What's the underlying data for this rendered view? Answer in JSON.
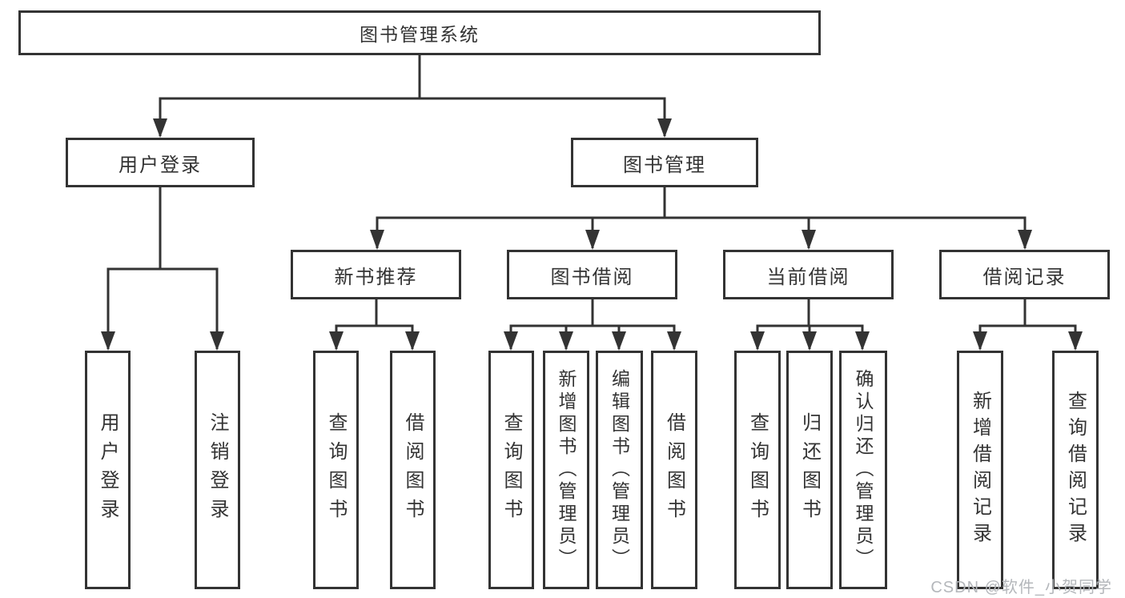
{
  "diagram": {
    "root": {
      "label": "图书管理系统"
    },
    "branches": [
      {
        "label": "用户登录",
        "children": [
          {
            "label": "用户登录"
          },
          {
            "label": "注销登录"
          }
        ]
      },
      {
        "label": "图书管理",
        "children": [
          {
            "label": "新书推荐",
            "children": [
              {
                "label": "查询图书"
              },
              {
                "label": "借阅图书"
              }
            ]
          },
          {
            "label": "图书借阅",
            "children": [
              {
                "label": "查询图书"
              },
              {
                "label": "新增图书（管理员）"
              },
              {
                "label": "编辑图书（管理员）"
              },
              {
                "label": "借阅图书"
              }
            ]
          },
          {
            "label": "当前借阅",
            "children": [
              {
                "label": "查询图书"
              },
              {
                "label": "归还图书"
              },
              {
                "label": "确认归还（管理员）"
              }
            ]
          },
          {
            "label": "借阅记录",
            "children": [
              {
                "label": "新增借阅记录"
              },
              {
                "label": "查询借阅记录"
              }
            ]
          }
        ]
      }
    ]
  },
  "watermark": {
    "text": "CSDN @软件_小贺同学"
  },
  "colors": {
    "line": "#333333",
    "box_border": "#333333",
    "box_background": "#ffffff",
    "text": "#333333",
    "watermark_text": "#b4b7bb",
    "page_background": "#ffffff"
  }
}
